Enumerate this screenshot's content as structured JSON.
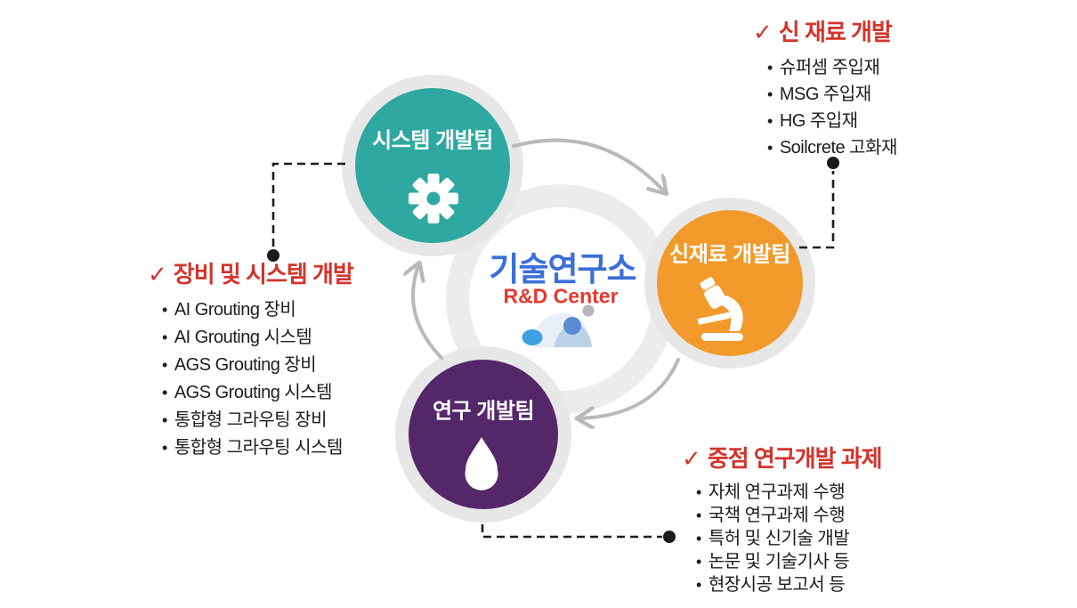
{
  "center": {
    "title": "기술연구소",
    "subtitle": "R&D Center"
  },
  "teams": [
    {
      "id": "system",
      "label": "시스템 개발팀",
      "color": "#2EA8A0",
      "icon": "gear-icon"
    },
    {
      "id": "materials",
      "label": "신재료 개발팀",
      "color": "#F19A2B",
      "icon": "microscope-icon"
    },
    {
      "id": "research",
      "label": "연구 개발팀",
      "color": "#542769",
      "icon": "water-drop-icon"
    }
  ],
  "lists": [
    {
      "id": "new-materials",
      "heading": "신 재료 개발",
      "items": [
        "슈퍼셈 주입재",
        "MSG 주입재",
        "HG 주입재",
        "Soilcrete 고화재"
      ]
    },
    {
      "id": "equipment-and-system",
      "heading": "장비 및 시스템 개발",
      "items": [
        "AI Grouting 장비",
        "AI Grouting 시스템",
        "AGS Grouting 장비",
        "AGS Grouting 시스템",
        "통합형 그라우팅 장비",
        "통합형 그라우팅 시스템"
      ]
    },
    {
      "id": "key-rnd-projects",
      "heading": "중점 연구개발 과제",
      "items": [
        "자체 연구과제 수행",
        "국책 연구과제 수행",
        "특허 및 신기술 개발",
        "논문 및 기술기사 등",
        "현장시공 보고서 등"
      ]
    }
  ],
  "glyphs": {
    "check": "✓",
    "bullet": "•"
  },
  "colors": {
    "heading_red": "#d2342c",
    "title_blue": "#3b6fd8",
    "subtitle_red": "#e8362c",
    "teal": "#2EA8A0",
    "orange": "#F19A2B",
    "purple": "#542769",
    "ring_gray": "#ececec",
    "halo_gray": "#e7e7e7",
    "arrow_gray": "#b9b9b9",
    "connector_black": "#1b1b1b",
    "text_black": "#1d1d1d"
  }
}
